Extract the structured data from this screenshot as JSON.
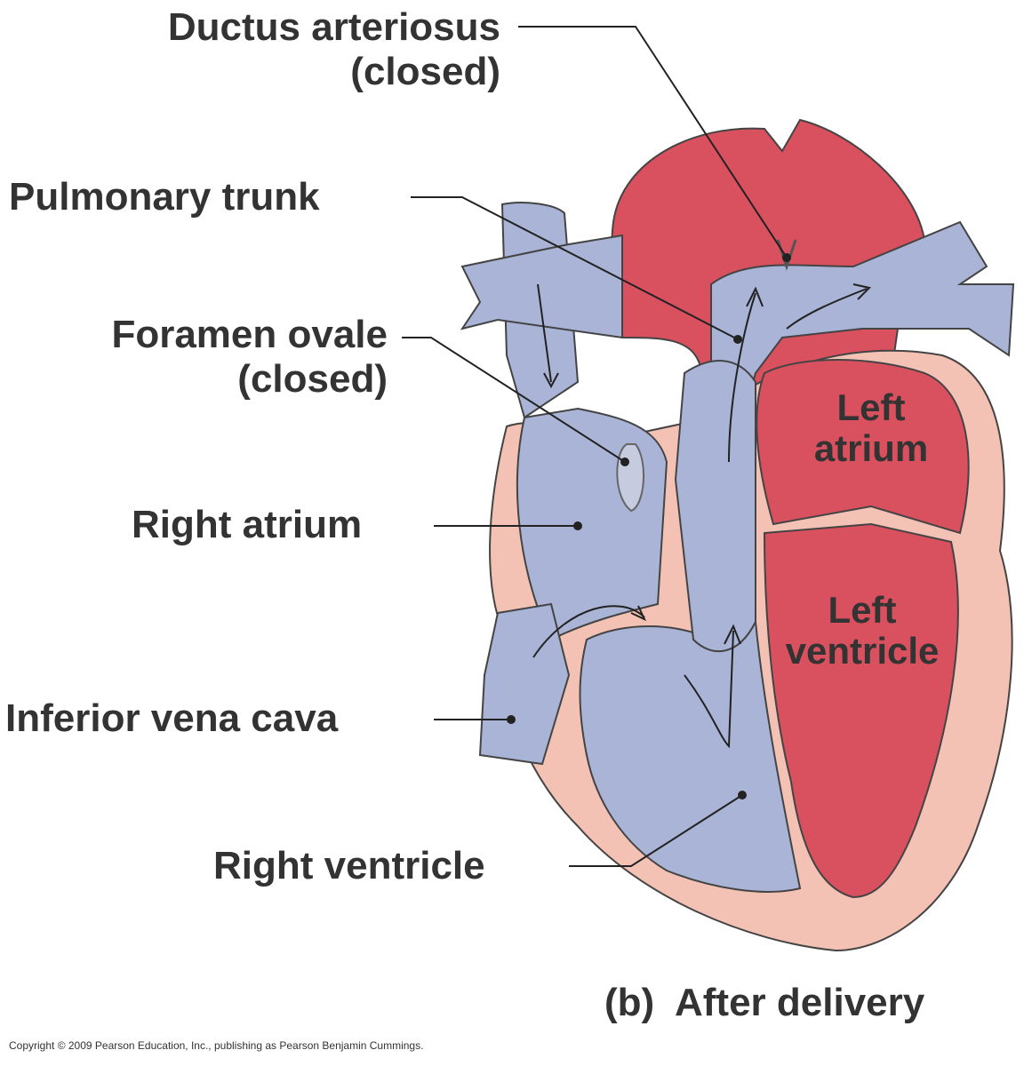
{
  "labels": {
    "ductus_line1": "Ductus arteriosus",
    "ductus_line2": "(closed)",
    "pulmonary_trunk": "Pulmonary trunk",
    "foramen_line1": "Foramen ovale",
    "foramen_line2": "(closed)",
    "right_atrium": "Right atrium",
    "inferior_vena_cava": "Inferior vena cava",
    "right_ventricle": "Right ventricle",
    "left_atrium_line1": "Left",
    "left_atrium_line2": "atrium",
    "left_ventricle_line1": "Left",
    "left_ventricle_line2": "ventricle"
  },
  "caption": "(b)  After delivery",
  "copyright": "Copyright © 2009 Pearson Education, Inc., publishing as Pearson Benjamin Cummings.",
  "colors": {
    "oxygenated": "#d9505e",
    "deoxygenated": "#a9b4d6",
    "myocardium": "#f3c2b4",
    "label_text": "#333333",
    "leader_line": "#222222"
  }
}
